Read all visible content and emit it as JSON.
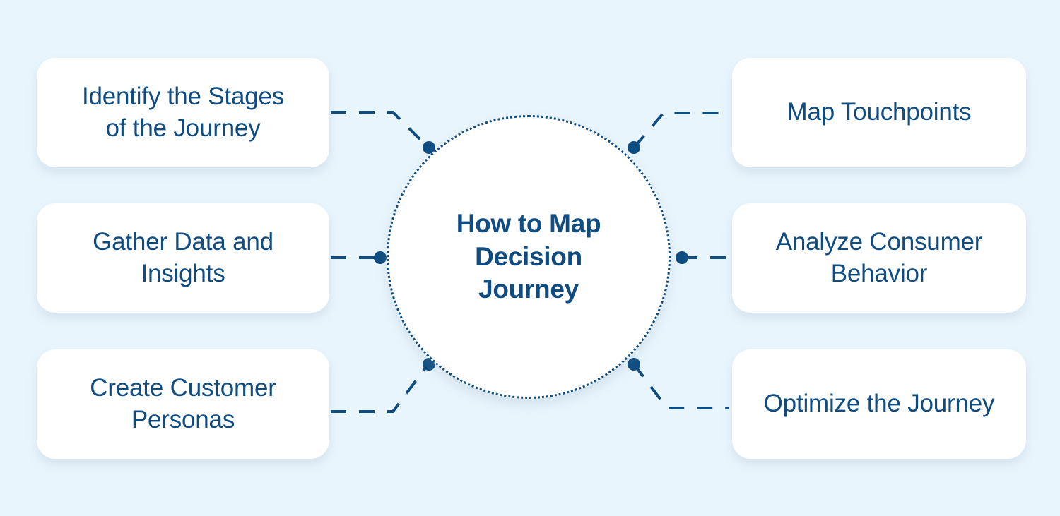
{
  "diagram": {
    "background_color": "#e9f5fd",
    "accent_color": "#0f4c81",
    "card_color": "#ffffff",
    "hub": {
      "title": "How to Map\nDecision\nJourney",
      "shape": "circle",
      "border_style": "dotted"
    },
    "nodes": [
      {
        "id": "identify-stages",
        "label": "Identify the Stages\nof the Journey",
        "side": "left",
        "row": 1
      },
      {
        "id": "gather-data",
        "label": "Gather Data and\nInsights",
        "side": "left",
        "row": 2
      },
      {
        "id": "create-personas",
        "label": "Create Customer\nPersonas",
        "side": "left",
        "row": 3
      },
      {
        "id": "map-touchpoints",
        "label": "Map Touchpoints",
        "side": "right",
        "row": 1
      },
      {
        "id": "analyze-behavior",
        "label": "Analyze Consumer\nBehavior",
        "side": "right",
        "row": 2
      },
      {
        "id": "optimize-journey",
        "label": "Optimize the Journey",
        "side": "right",
        "row": 3
      }
    ],
    "connectors": [
      {
        "id": "conn-identify-stages",
        "from": "identify-stages",
        "to": "hub",
        "style": "dashed",
        "endpoint_dot": true
      },
      {
        "id": "conn-gather-data",
        "from": "gather-data",
        "to": "hub",
        "style": "dashed",
        "endpoint_dot": true
      },
      {
        "id": "conn-create-personas",
        "from": "create-personas",
        "to": "hub",
        "style": "dashed",
        "endpoint_dot": true
      },
      {
        "id": "conn-map-touchpoints",
        "from": "map-touchpoints",
        "to": "hub",
        "style": "dashed",
        "endpoint_dot": true
      },
      {
        "id": "conn-analyze-behavior",
        "from": "analyze-behavior",
        "to": "hub",
        "style": "dashed",
        "endpoint_dot": true
      },
      {
        "id": "conn-optimize-journey",
        "from": "optimize-journey",
        "to": "hub",
        "style": "dashed",
        "endpoint_dot": true
      }
    ]
  }
}
